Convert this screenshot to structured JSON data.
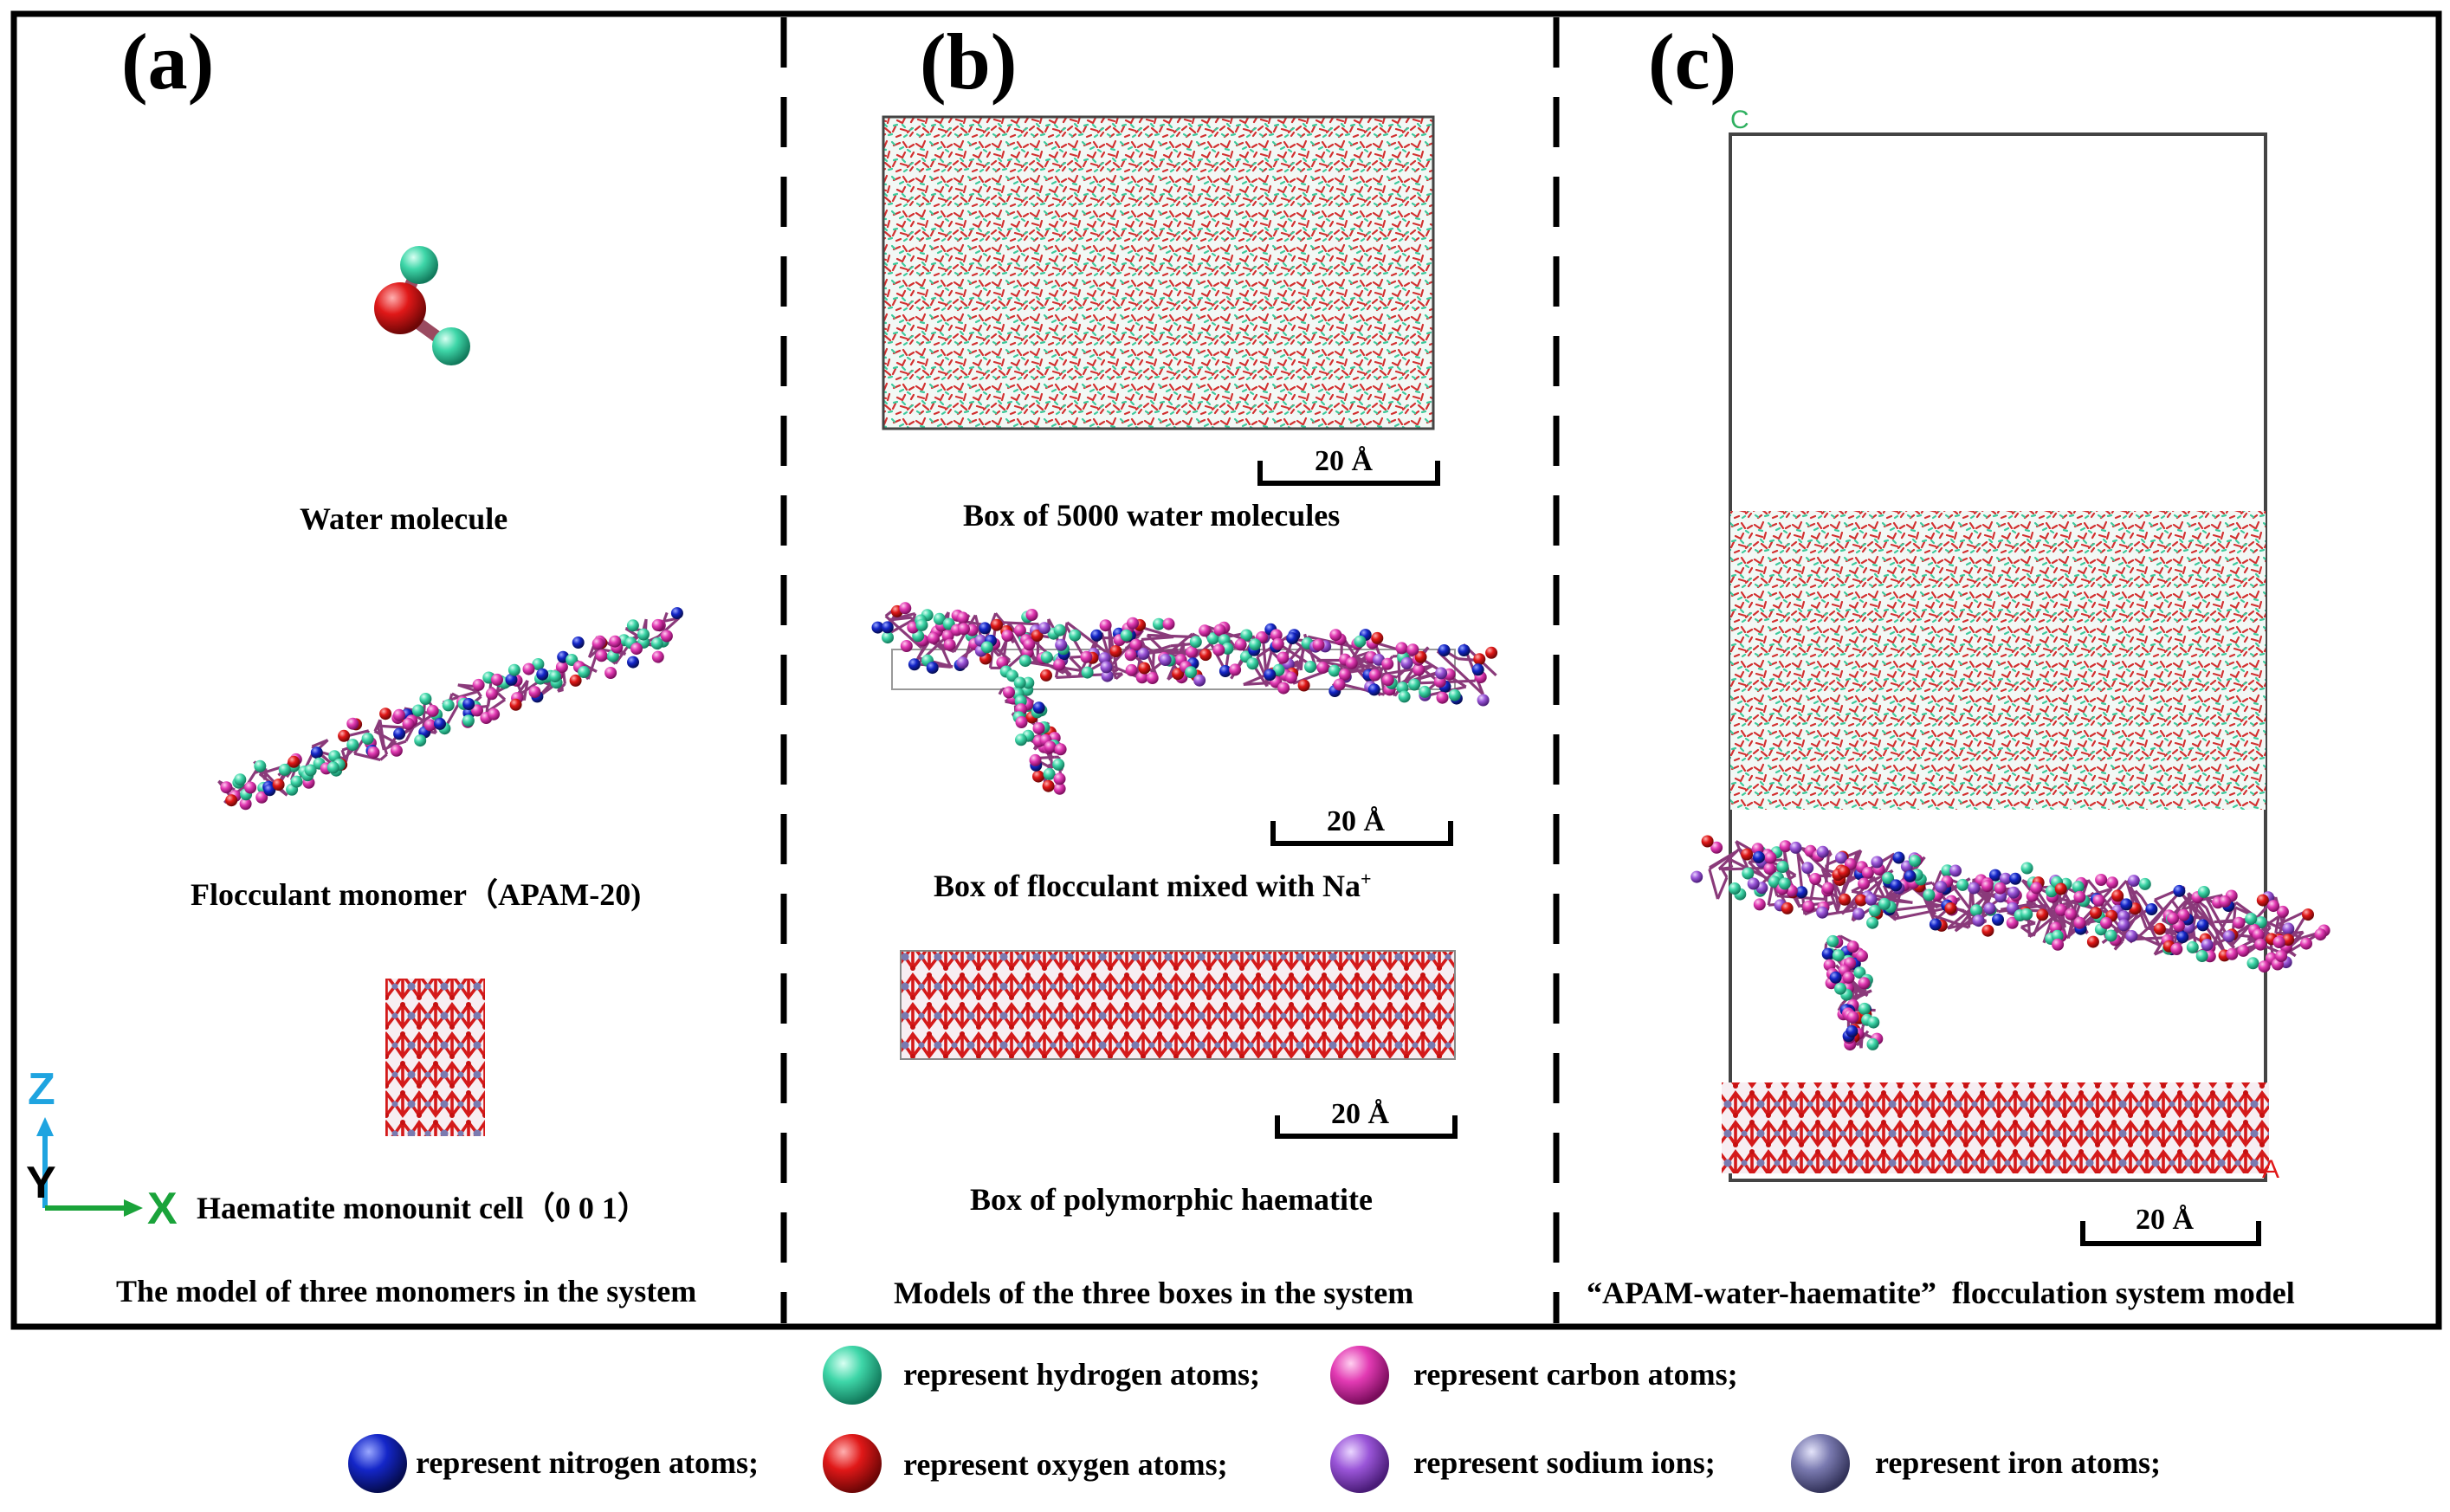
{
  "panels": {
    "a": {
      "letter": "(a)",
      "captions": {
        "water": "Water molecule",
        "flocculant": "Flocculant monomer（APAM-20)",
        "haematite": "Haematite monounit cell（0 0 1）"
      },
      "bottom": "The model of three monomers in the system",
      "axes": {
        "z": "Z",
        "y": "Y",
        "x": "X"
      }
    },
    "b": {
      "letter": "(b)",
      "captions": {
        "water_box": "Box of 5000 water molecules",
        "flocculant_box": "Box of flocculant mixed with Na",
        "flocculant_box_sup": "+",
        "haematite_box": "Box of polymorphic haematite"
      },
      "bottom": "Models of the three boxes in the system",
      "scale_bars": [
        "20 Å",
        "20 Å",
        "20 Å"
      ]
    },
    "c": {
      "letter": "(c)",
      "corner_labels": {
        "top": "C",
        "right": "A"
      },
      "scale_bar": "20 Å",
      "bottom": "“APAM-water-haematite”  flocculation system model"
    }
  },
  "legend": [
    {
      "label": "represent hydrogen atoms;",
      "color": "#3ed6a8",
      "icon": "hydrogen-sphere"
    },
    {
      "label": "represent carbon atoms;",
      "color": "#e23ab3",
      "icon": "carbon-sphere"
    },
    {
      "label": "represent nitrogen atoms;",
      "color": "#1426c8",
      "icon": "nitrogen-sphere"
    },
    {
      "label": "represent oxygen atoms;",
      "color": "#e01818",
      "icon": "oxygen-sphere"
    },
    {
      "label": "represent sodium ions;",
      "color": "#9a55d8",
      "icon": "sodium-sphere"
    },
    {
      "label": "represent iron atoms;",
      "color": "#7a7ab0",
      "icon": "iron-sphere"
    }
  ],
  "colors": {
    "frame": "#000000",
    "hydrogen": "#3ed6a8",
    "carbon": "#e23ab3",
    "nitrogen": "#1426c8",
    "oxygen": "#e01818",
    "sodium": "#9a55d8",
    "iron": "#7a7ab0",
    "axis_z": "#1fa4e0",
    "axis_x": "#1aa33a"
  }
}
